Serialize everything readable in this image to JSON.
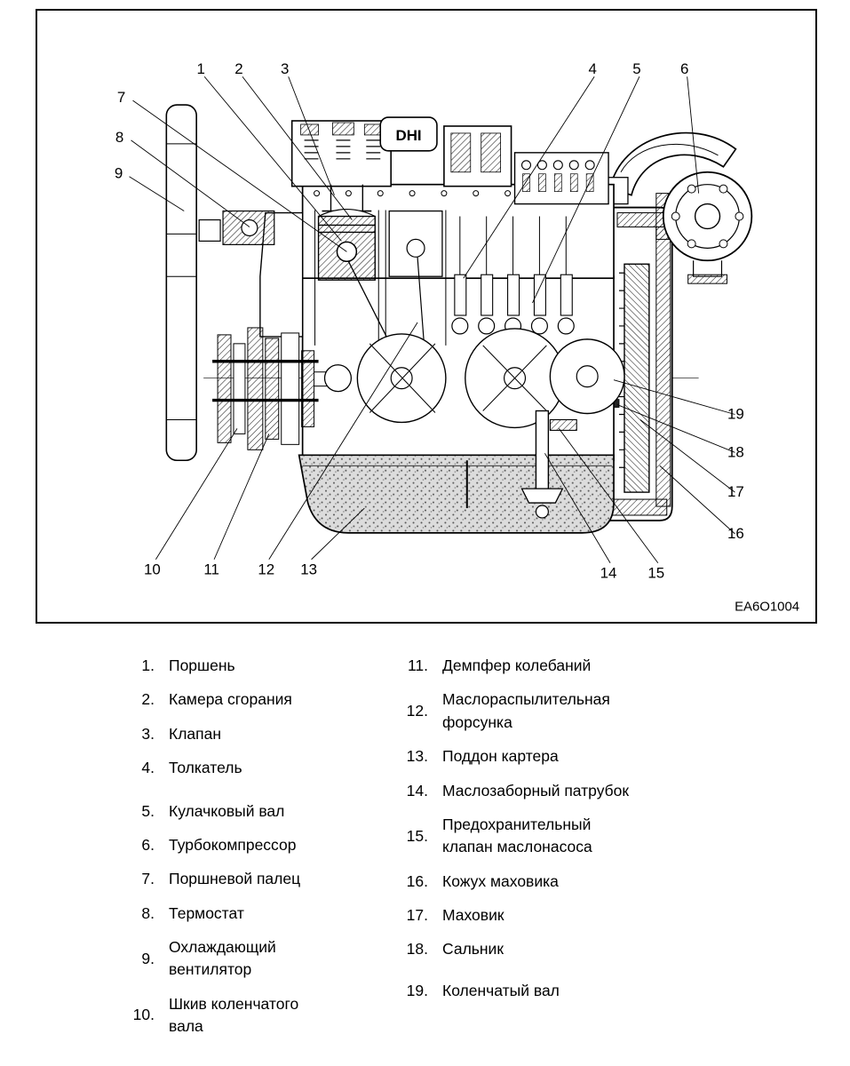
{
  "diagram": {
    "engine_label": "DHI",
    "code": "EA6O1004",
    "callouts": [
      {
        "num": "1"
      },
      {
        "num": "2"
      },
      {
        "num": "3"
      },
      {
        "num": "4"
      },
      {
        "num": "5"
      },
      {
        "num": "6"
      },
      {
        "num": "7"
      },
      {
        "num": "8"
      },
      {
        "num": "9"
      },
      {
        "num": "10"
      },
      {
        "num": "11"
      },
      {
        "num": "12"
      },
      {
        "num": "13"
      },
      {
        "num": "14"
      },
      {
        "num": "15"
      },
      {
        "num": "16"
      },
      {
        "num": "17"
      },
      {
        "num": "18"
      },
      {
        "num": "19"
      }
    ]
  },
  "legend": {
    "left": [
      {
        "num": "1.",
        "label": "Поршень"
      },
      {
        "num": "2.",
        "label": "Камера сгорания"
      },
      {
        "num": "3.",
        "label": "Клапан"
      },
      {
        "num": "4.",
        "label": "Толкатель"
      },
      {
        "num": "5.",
        "label": "Кулачковый вал"
      },
      {
        "num": "6.",
        "label": "Турбокомпрессор"
      },
      {
        "num": "7.",
        "label": "Поршневой палец"
      },
      {
        "num": "8.",
        "label": "Термостат"
      },
      {
        "num": "9.",
        "label": "Охлаждающий вентилятор"
      },
      {
        "num": "10.",
        "label": "Шкив коленчатого вала"
      }
    ],
    "right": [
      {
        "num": "11.",
        "label": "Демпфер колебаний"
      },
      {
        "num": "12.",
        "label": "Маслораспылительная форсунка"
      },
      {
        "num": "13.",
        "label": "Поддон картера"
      },
      {
        "num": "14.",
        "label": "Маслозаборный патрубок"
      },
      {
        "num": "15.",
        "label": "Предохранительный клапан маслонасоса"
      },
      {
        "num": "16.",
        "label": "Кожух маховика"
      },
      {
        "num": "17.",
        "label": "Маховик"
      },
      {
        "num": "18.",
        "label": "Сальник"
      },
      {
        "num": "19.",
        "label": "Коленчатый вал"
      }
    ]
  }
}
